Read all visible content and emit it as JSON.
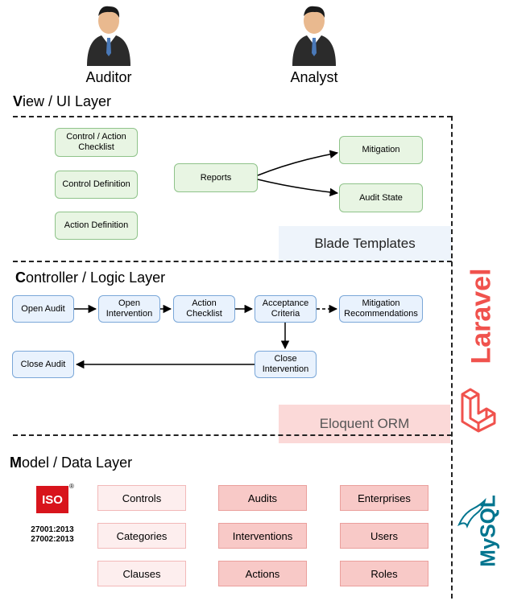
{
  "actors": {
    "auditor": "Auditor",
    "analyst": "Analyst"
  },
  "layers": {
    "view": {
      "initial": "V",
      "rest": "iew / UI Layer",
      "band": "Blade Templates"
    },
    "controller": {
      "initial": "C",
      "rest": "ontroller / Logic Layer",
      "band": "Eloquent ORM"
    },
    "model": {
      "initial": "M",
      "rest": "odel / Data Layer"
    }
  },
  "view_nodes": {
    "checklist": "Control / Action Checklist",
    "control_def": "Control Definition",
    "action_def": "Action Definition",
    "reports": "Reports",
    "mitigation": "Mitigation",
    "audit_state": "Audit State"
  },
  "controller_nodes": {
    "open_audit": "Open Audit",
    "open_intervention": "Open Intervention",
    "action_checklist": "Action Checklist",
    "acceptance": "Acceptance Criteria",
    "mitigation_rec": "Mitigation Recommendations",
    "close_intervention": "Close Intervention",
    "close_audit": "Close Audit"
  },
  "model_tables": {
    "col1": [
      "Controls",
      "Categories",
      "Clauses"
    ],
    "col2": [
      "Audits",
      "Interventions",
      "Actions"
    ],
    "col3": [
      "Enterprises",
      "Users",
      "Roles"
    ]
  },
  "iso": {
    "logo": "ISO",
    "reg": "®",
    "std1": "27001:2013",
    "std2": "27002:2013"
  },
  "brands": {
    "laravel": "Laravel",
    "mysql": "MySQL"
  },
  "colors": {
    "laravel": "#f0524d",
    "mysql_blue": "#00758f",
    "mysql_orange": "#f29111",
    "iso_red": "#d8141c"
  }
}
